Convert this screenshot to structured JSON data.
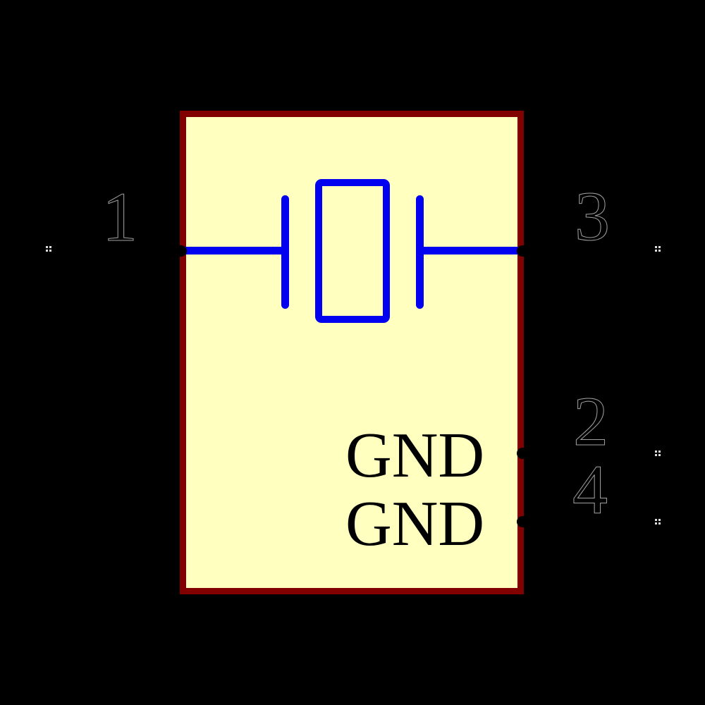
{
  "diagram": {
    "type": "schematic-symbol",
    "component": "4-pin crystal / oscillator",
    "pins": [
      {
        "number": "1",
        "side": "left"
      },
      {
        "number": "3",
        "side": "right"
      },
      {
        "number": "2",
        "side": "right",
        "label": "GND"
      },
      {
        "number": "4",
        "side": "right",
        "label": "GND"
      }
    ],
    "body_labels": [
      "GND",
      "GND"
    ]
  },
  "colors": {
    "background": "#000000",
    "body_fill": "#ffffc0",
    "body_border": "#810000",
    "symbol": "#0202f0",
    "pin_dot": "#000000",
    "terminal_marker": "#dcdcdc",
    "pin_number": "#000000",
    "pin_number_outline": "#a0a0a0",
    "label_text": "#000000"
  }
}
